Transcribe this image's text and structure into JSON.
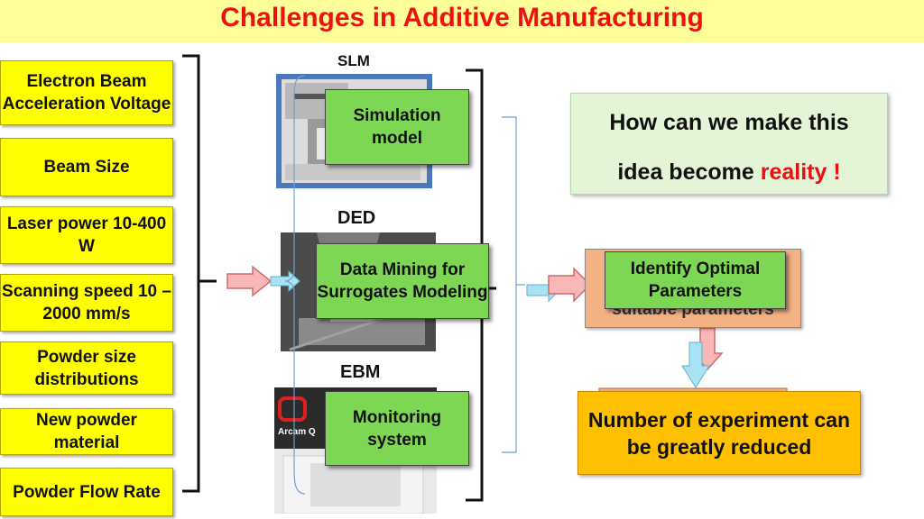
{
  "title": "Challenges in Additive Manufacturing",
  "parameters": [
    "Electron Beam Acceleration Voltage",
    "Beam Size",
    "Laser power 10-400 W",
    "Scanning speed 10 – 2000 mm/s",
    "Powder size distributions",
    "New powder material",
    "Powder Flow Rate"
  ],
  "processes": {
    "slm": "SLM",
    "ded": "DED",
    "ebm": "EBM"
  },
  "photo_texts": {
    "arcam_logo": "Arcam Q"
  },
  "methods": {
    "simulation": "Simulation model",
    "data_mining": "Data Mining for Surrogates Modeling",
    "monitoring": "Monitoring system"
  },
  "question": {
    "line1": "How can we make this",
    "line2_prefix": "idea become ",
    "line2_highlight": "reality !"
  },
  "hidden_text": "suitable parameters",
  "identify": "Identify Optimal Parameters",
  "result": "Number of experiment can be greatly reduced",
  "colors": {
    "title": "#ee1111",
    "title_bar": "#ffff99",
    "param_box": "#ffff00",
    "method_box": "#7ed655",
    "result_box": "#ffc000",
    "arrow_pink": "#f9b7b7",
    "arrow_blue": "#a9e2f3",
    "question_bg": "#e3f4d7"
  }
}
